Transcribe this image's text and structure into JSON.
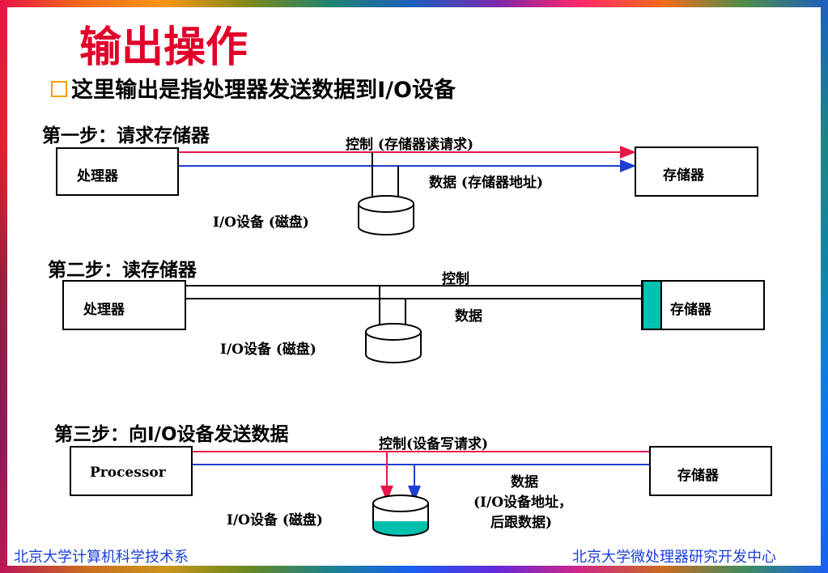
{
  "title": "输出操作",
  "bullet": "这里输出是指处理器发送数据到I/O设备",
  "step1": {
    "heading": "第一步：请求存储器",
    "left_box": "处理器",
    "right_box": "存储器",
    "control_label": "控制 (存储器读请求)",
    "data_label": "数据 (存储器地址)",
    "device_label": "I/O设备 (磁盘)"
  },
  "step2": {
    "heading": "第二步：读存储器",
    "left_box": "处理器",
    "right_box": "存储器",
    "control_label": "控制",
    "data_label": "数据",
    "device_label": "I/O设备 (磁盘)"
  },
  "step3": {
    "heading": "第三步：向I/O设备发送数据",
    "left_box": "Processor",
    "right_box": "存储器",
    "control_label": "控制(设备写请求)",
    "data_label_1": "数据",
    "data_label_2": "(I/O设备地址，",
    "data_label_3": "后跟数据)",
    "device_label": "I/O设备 (磁盘)"
  },
  "footer": {
    "left": "北京大学计算机科学技术系",
    "right": "北京大学微处理器研究开发中心"
  },
  "colors": {
    "title": "#e0002a",
    "control_line": "#e8174a",
    "data_line": "#1f3fd0",
    "active": "#00c0b0",
    "footer": "#1a3fd6",
    "bullet_box": "#f0a000"
  }
}
